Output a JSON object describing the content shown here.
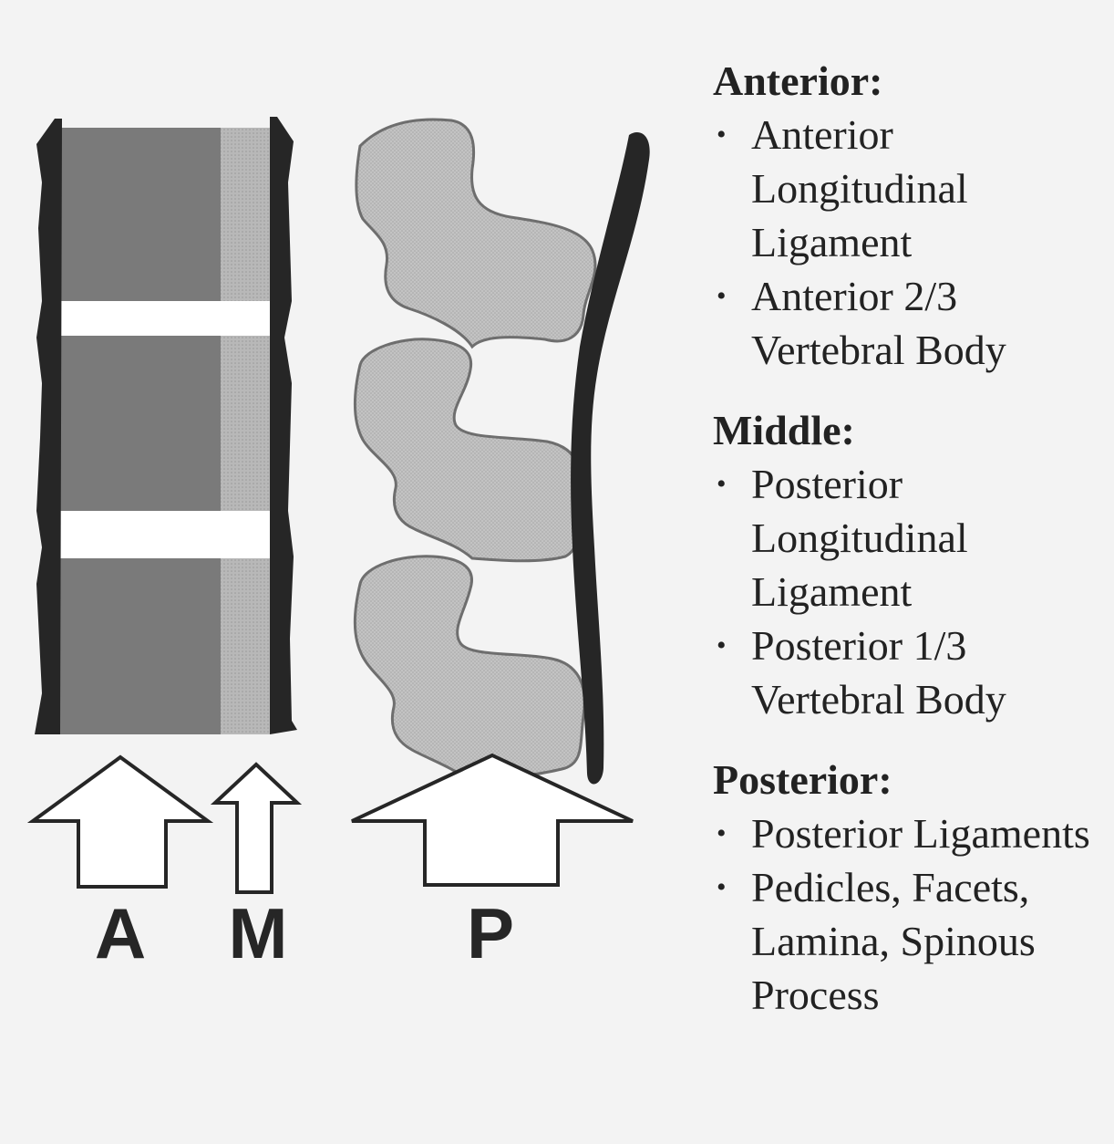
{
  "columns": {
    "anterior_letter": "A",
    "middle_letter": "M",
    "posterior_letter": "P"
  },
  "legend": [
    {
      "heading": "Anterior:",
      "items": [
        "Anterior Longitudinal Ligament",
        "Anterior 2/3 Vertebral Body"
      ]
    },
    {
      "heading": "Middle:",
      "items": [
        "Posterior Longitudinal Ligament",
        "Posterior 1/3 Vertebral Body"
      ]
    },
    {
      "heading": "Posterior:",
      "items": [
        "Posterior Ligaments",
        "Pedicles, Facets, Lamina, Spinous Process"
      ]
    }
  ],
  "colors": {
    "background": "#f3f3f3",
    "anterior_body": "#7a7a7a",
    "middle_body": "#b4b4b4",
    "posterior_elements": "#c2c2c2",
    "ligament": "#262626"
  }
}
